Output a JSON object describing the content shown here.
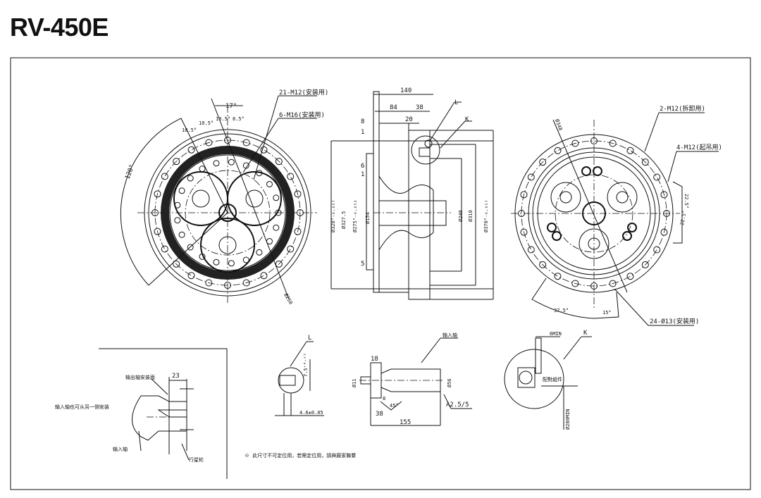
{
  "title": "RV-450E",
  "front_view": {
    "labels": [
      "21-M12(安装用)",
      "6-M16(安装用)"
    ],
    "angles": [
      "17°",
      "10.5°",
      "10.5°",
      "10.5°",
      "8.5°",
      "120°"
    ],
    "diameter": "Ø250"
  },
  "side_view": {
    "dims_top": [
      "140",
      "84",
      "38",
      "20",
      "8",
      "1",
      "6",
      "1",
      "5"
    ],
    "detail_labels": [
      "L",
      "K"
    ],
    "diameters": [
      "Ø328⁰₋₀.₀₅₇",
      "Ø327.5",
      "Ø275⁰₋₀.₀₅₂",
      "Ø154",
      "Ø248",
      "Ø310",
      "Ø370⁰₋₀.₀₅₇"
    ]
  },
  "rear_view": {
    "labels": [
      "2-M12(拆卸用)",
      "4-M12(起吊用)",
      "24-Ø13(安装用)"
    ],
    "angles": [
      "22.5°",
      "22.5°",
      "37.5°",
      "15°"
    ],
    "diameter": "Ø348"
  },
  "install_detail": {
    "dim": "23",
    "labels": [
      "输出轴安装面",
      "输入轴也可从另一侧安装",
      "输入轴",
      "行星轮"
    ]
  },
  "detail_L": {
    "label": "L",
    "dims": [
      "7.5⁺⁰·²⁵",
      "4.6±0.05"
    ]
  },
  "input_shaft": {
    "label": "输入轴",
    "dims": [
      "18",
      "Ø11",
      "Ø56",
      "8",
      "45°",
      "38",
      "155",
      "A2.5/5"
    ]
  },
  "detail_K": {
    "label": "K",
    "dims": [
      "6MIN",
      "Ø280MIN"
    ],
    "part": "配對組件"
  },
  "note": "※ 此尺寸不可定位用，若需定位用，請與廠家聯繫"
}
